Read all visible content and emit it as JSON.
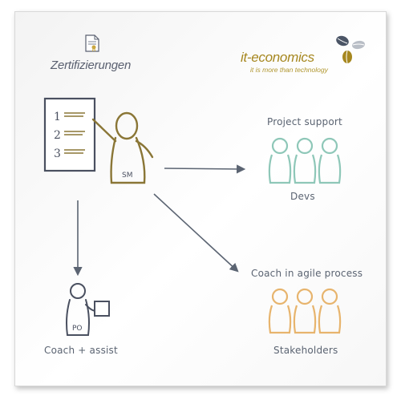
{
  "header": {
    "certificate_title": "Zertifizierungen",
    "logo_name": "it-economics",
    "logo_tagline": "it is more than technology"
  },
  "icons": {
    "certificate": "document-certificate-icon",
    "logo": "coffee-beans-icon"
  },
  "diagram": {
    "board_numbers": [
      "1",
      "2",
      "3"
    ],
    "scrum_master_label": "SM",
    "product_owner_label": "PO",
    "devs_heading": "Project support",
    "devs_label": "Devs",
    "stakeholders_heading": "Coach in agile process",
    "stakeholders_label": "Stakeholders",
    "po_caption": "Coach + assist"
  },
  "colors": {
    "ink": "#5b6472",
    "scrum_master": "#8a7636",
    "devs": "#8ec7b8",
    "stakeholders": "#e7b46d",
    "brand": "#a6871f"
  }
}
